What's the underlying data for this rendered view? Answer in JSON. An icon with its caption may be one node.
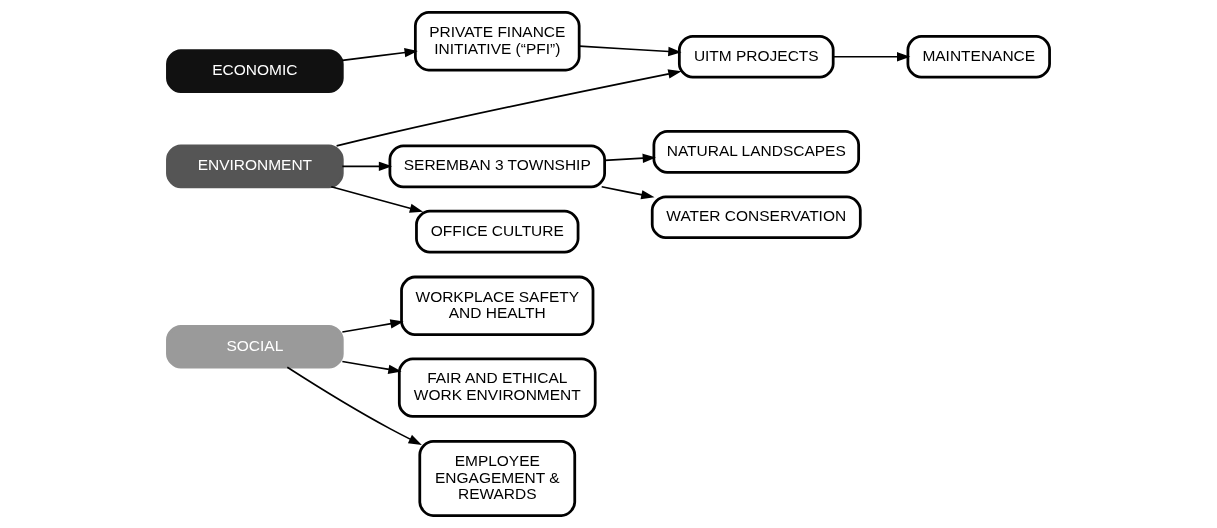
{
  "diagram": {
    "nodes": [
      {
        "text": [
          "ECONOMIC"
        ]
      },
      {
        "text": [
          "PRIVATE FINANCE INITIATIVE (“PFI”)"
        ]
      },
      {
        "text": [
          "UITM PROJECTS"
        ]
      },
      {
        "text": [
          "MAINTENANCE"
        ]
      },
      {
        "text": [
          "ENVIRONMENT"
        ]
      },
      {
        "text": [
          "SEREMBAN 3 TOWNSHIP"
        ]
      },
      {
        "text": [
          "NATURAL LANDSCAPES"
        ]
      },
      {
        "text": [
          "WATER CONSERVATION"
        ]
      },
      {
        "text": [
          "OFFICE CULTURE"
        ]
      },
      {
        "text": [
          "SOCIAL"
        ]
      },
      {
        "text": [
          "WORKPLACE SAFETY AND HEALTH"
        ]
      },
      {
        "text": [
          "FAIR AND ETHICAL WORK ENVIRONMENT"
        ]
      },
      {
        "text": [
          "EMPLOYEE ENGAGEMENT & REWARDS"
        ]
      }
    ],
    "edges": [
      {
        "from": 0,
        "to": 1,
        "arrow": "to"
      },
      {
        "from": 1,
        "to": 2,
        "arrow": "to"
      },
      {
        "from": 2,
        "to": 3,
        "arrow": "to"
      },
      {
        "from": 4,
        "to": 2,
        "arrow": "to"
      },
      {
        "from": 4,
        "to": 5,
        "arrow": "to"
      },
      {
        "from": 4,
        "to": 8,
        "arrow": "to"
      },
      {
        "from": 5,
        "to": 6,
        "arrow": "to"
      },
      {
        "from": 5,
        "to": 7,
        "arrow": "to"
      },
      {
        "from": 9,
        "to": 10,
        "arrow": "to"
      },
      {
        "from": 9,
        "to": 11,
        "arrow": "to"
      },
      {
        "from": 9,
        "to": 12,
        "arrow": "to"
      }
    ]
  }
}
